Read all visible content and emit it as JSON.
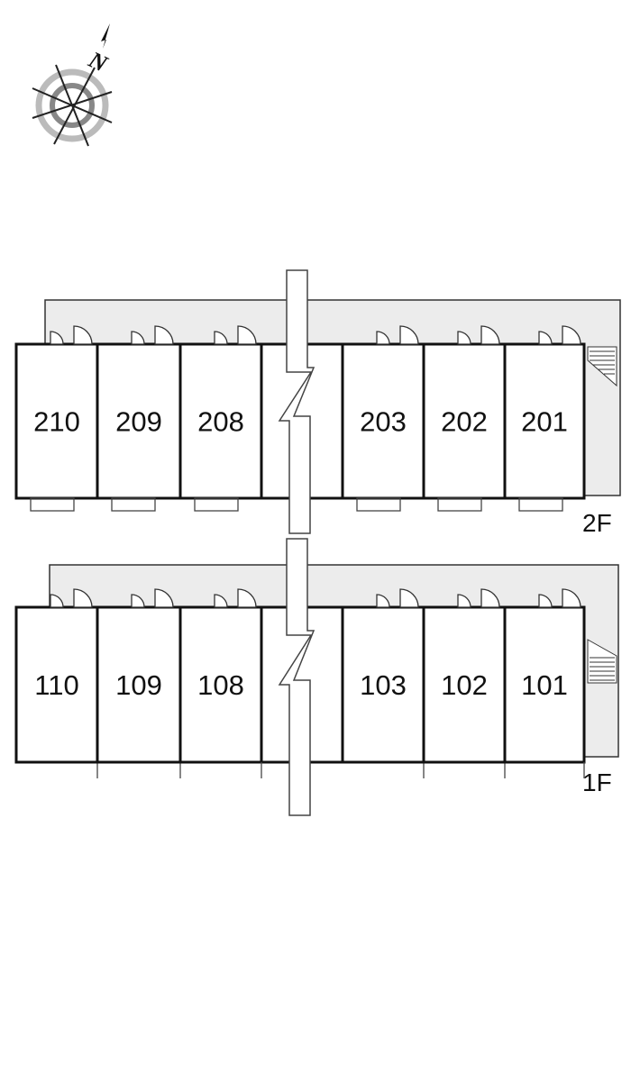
{
  "compass": {
    "north_label": "N"
  },
  "floors": [
    {
      "floor_label": "2F",
      "rooms": [
        "210",
        "209",
        "208",
        "203",
        "202",
        "201"
      ]
    },
    {
      "floor_label": "1F",
      "rooms": [
        "110",
        "109",
        "108",
        "103",
        "102",
        "101"
      ]
    }
  ]
}
